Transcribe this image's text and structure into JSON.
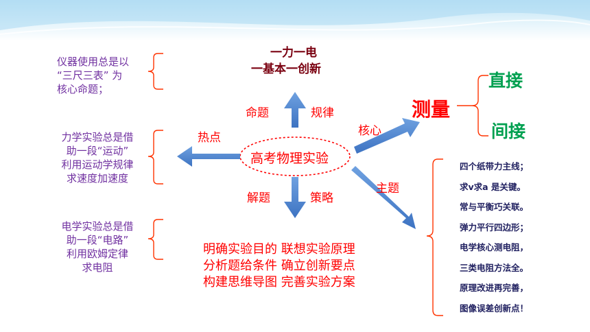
{
  "left": {
    "block1": [
      "仪器使用总是以",
      "“三尺三表” 为",
      "核心命题；"
    ],
    "block2": [
      "力学实验总是借",
      "助一段“运动”",
      "利用运动学规律",
      "求速度加速度"
    ],
    "block3": [
      "电学实验总是借",
      "助一段“电路”",
      "利用欧姆定律",
      "求电阻"
    ]
  },
  "top": {
    "line1": "一力一电",
    "line2": "一基本一创新"
  },
  "center_label": "高考物理实验",
  "arrow_labels": {
    "hot": "热点",
    "mingti": "命题",
    "guilv": "规律",
    "hexin": "核心",
    "zhuti": "主题",
    "jieti": "解题",
    "celue": "策略"
  },
  "bottom": [
    "明确实验目的 联想实验原理",
    "分析题给条件 确立创新要点",
    "构建思维导图 完善实验方案"
  ],
  "measure": {
    "label": "测量",
    "direct": "直接",
    "indirect": "间接"
  },
  "right_list": [
    "四个纸带力主线；",
    "求v求a 是关键。",
    "常与平衡巧关联。",
    "弹力平行四边形；",
    "电学核心测电阻，",
    "三类电阻方法全。",
    "原理改进再完善，",
    "图像误差创新点！"
  ],
  "colors": {
    "arrow": "#4f81bd",
    "brace": "#ff3300",
    "ellipse": "#ff0000"
  }
}
